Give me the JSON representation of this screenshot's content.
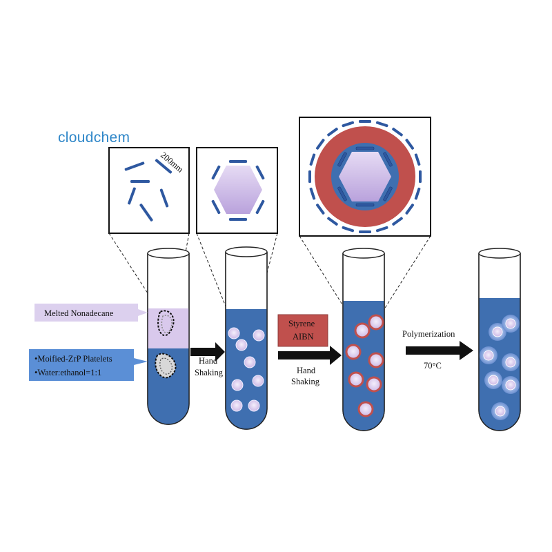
{
  "brand": {
    "logo_text": "cloudchem"
  },
  "scale_label": "200mm",
  "labels": {
    "melted": "Melted Nonadecane",
    "platelets": "•Moified-ZrP Platelets",
    "water": "•Water:ethanol=1:1",
    "hand1": "Hand",
    "shaking1": "Shaking",
    "styrene": "Styrene",
    "aibn": "AIBN",
    "hand2": "Hand",
    "shaking2": "Shaking",
    "polymerization": "Polymerization",
    "temperature": "70°C"
  },
  "colors": {
    "liquid_blue": "#3f6fb0",
    "platelet_blue": "#2e58a0",
    "droplet_lavender": "#d8c8ec",
    "polymer_red": "#c0504d",
    "nonadecane_lavender": "#d9c9ec",
    "label_box_blue": "#5b8fd6",
    "logo_blue": "#2e86c8"
  },
  "icons": [
    "arrow-right-icon",
    "test-tube-icon",
    "droplet-icon",
    "hexagon-droplet-icon",
    "zrp-platelet-icon"
  ]
}
